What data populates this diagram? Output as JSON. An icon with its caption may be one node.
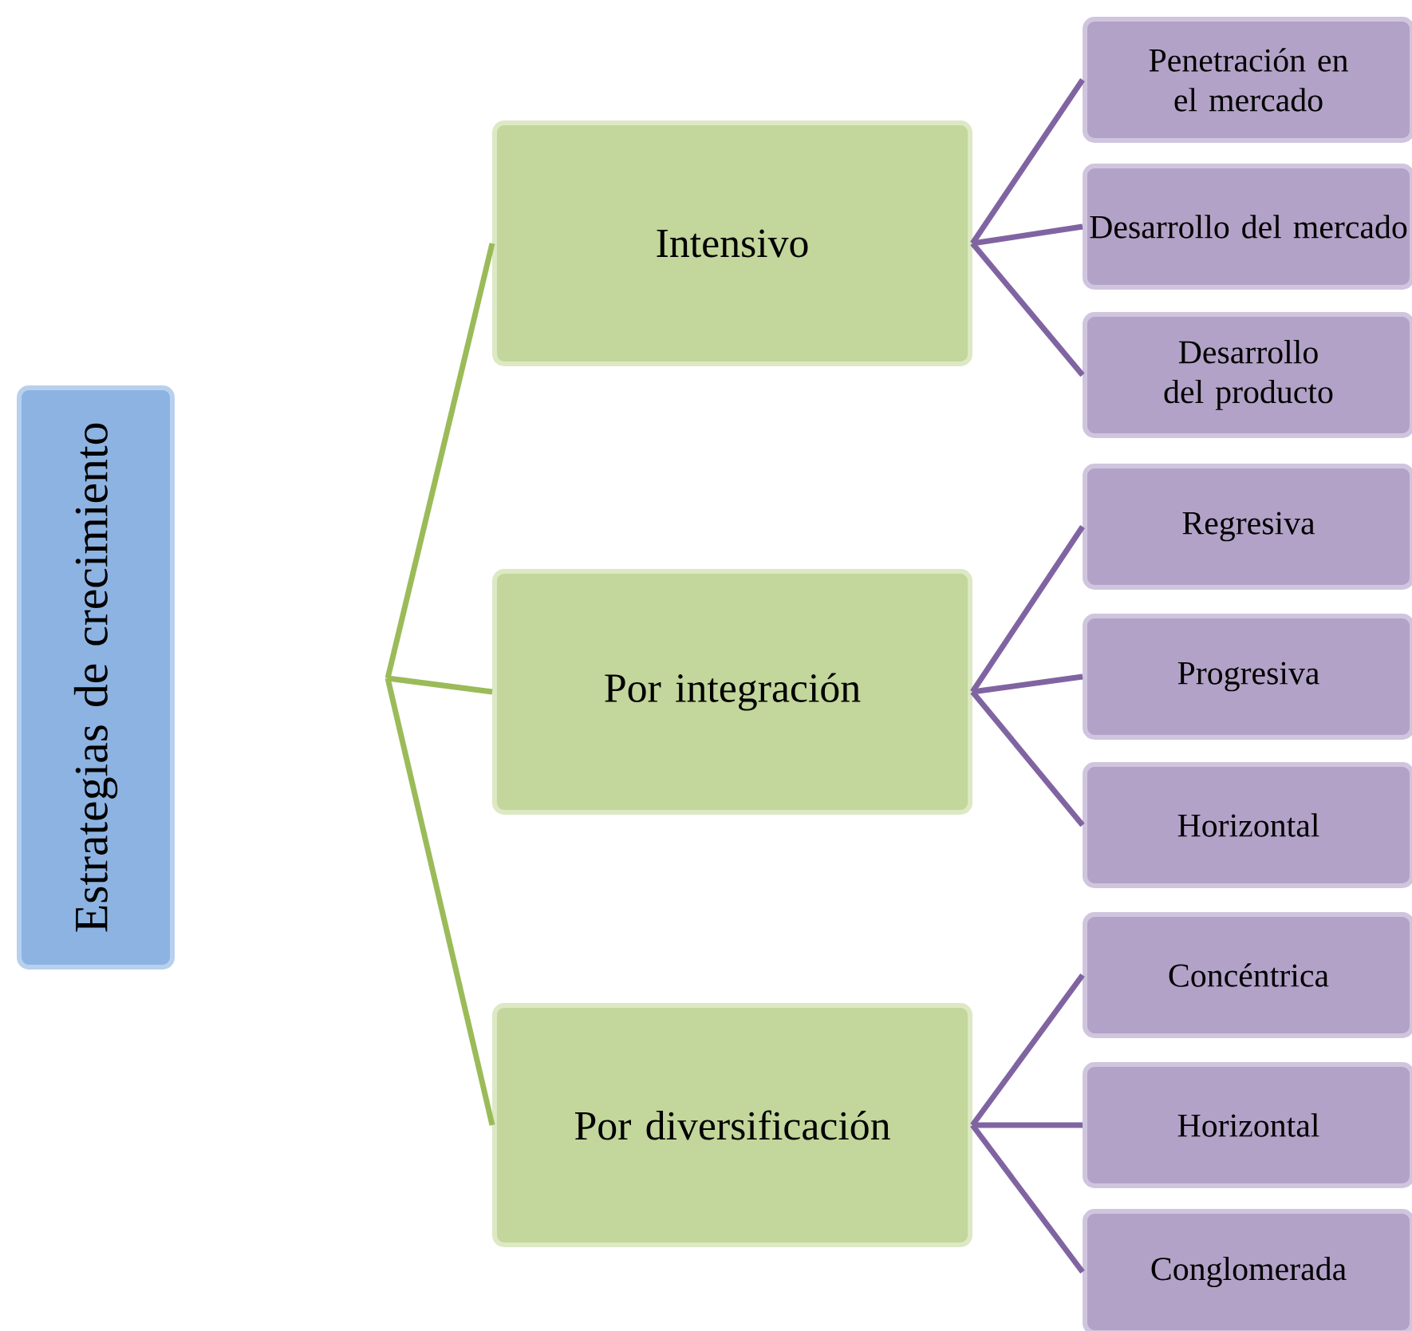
{
  "diagram": {
    "nodes": [
      {
        "text": [
          "Estrategias de crecimiento"
        ]
      },
      {
        "text": [
          "Intensivo"
        ]
      },
      {
        "text": [
          "Por integración"
        ]
      },
      {
        "text": [
          "Por diversificación"
        ]
      },
      {
        "text": [
          "Penetración en el mercado"
        ]
      },
      {
        "text": [
          "Desarrollo del mercado"
        ]
      },
      {
        "text": [
          "Desarrollo del producto"
        ]
      },
      {
        "text": [
          "Regresiva"
        ]
      },
      {
        "text": [
          "Progresiva"
        ]
      },
      {
        "text": [
          "Horizontal"
        ]
      },
      {
        "text": [
          "Concéntrica"
        ]
      },
      {
        "text": [
          "Horizontal"
        ]
      },
      {
        "text": [
          "Conglomerada"
        ]
      }
    ],
    "edges": [
      {
        "from": null,
        "to": 1,
        "arrow": "none",
        "color": "#9bbb59"
      },
      {
        "from": null,
        "to": 2,
        "arrow": "none",
        "color": "#9bbb59"
      },
      {
        "from": null,
        "to": 3,
        "arrow": "none",
        "color": "#9bbb59"
      },
      {
        "from": 1,
        "to": 4,
        "arrow": "none"
      },
      {
        "from": 1,
        "to": 5,
        "arrow": "none"
      },
      {
        "from": 1,
        "to": 6,
        "arrow": "none"
      },
      {
        "from": 2,
        "to": 7,
        "arrow": "none"
      },
      {
        "from": 2,
        "to": 8,
        "arrow": "none"
      },
      {
        "from": 2,
        "to": 9,
        "arrow": "none"
      },
      {
        "from": 3,
        "to": 10,
        "arrow": "none"
      },
      {
        "from": 3,
        "to": 11,
        "arrow": "none"
      },
      {
        "from": 3,
        "to": 12,
        "arrow": "none"
      }
    ]
  }
}
